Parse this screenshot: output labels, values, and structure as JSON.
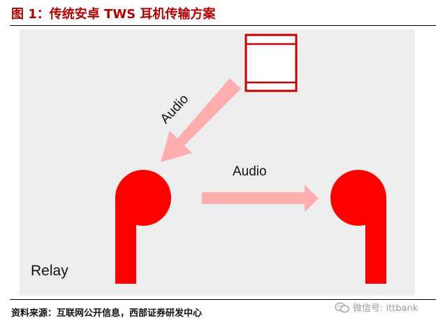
{
  "header": {
    "title": "图 1：传统安卓 TWS 耳机传输方案"
  },
  "diagram": {
    "arrow_label_diagonal": "Audio",
    "arrow_label_horizontal": "Audio",
    "relay_label": "Relay",
    "colors": {
      "device": "#c00000",
      "earbud": "#ff0000",
      "arrow": "#ffadad",
      "panel": "#eeeeee"
    }
  },
  "footer": {
    "source": "资料来源：互联网公开信息，西部证券研发中心",
    "watermark": "微信号: ittbank",
    "watermark_icon": "wechat-icon"
  }
}
